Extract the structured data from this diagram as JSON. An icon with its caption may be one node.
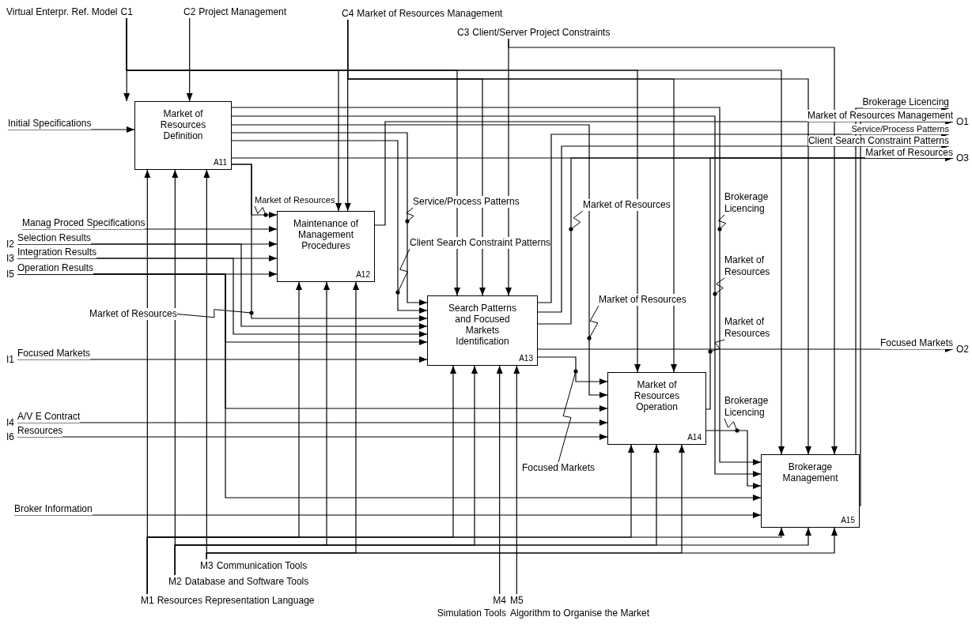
{
  "diagram": {
    "nodes": [
      {
        "text": [
          "Market of Resources Definition",
          "A11"
        ]
      },
      {
        "text": [
          "Maintenance of Management Procedures",
          "A12"
        ]
      },
      {
        "text": [
          "Search Patterns and Focused Markets Identification",
          "A13"
        ]
      },
      {
        "text": [
          "Market of Resources Operation",
          "A14"
        ]
      },
      {
        "text": [
          "Brokerage Management",
          "A15"
        ]
      },
      {
        "text": [
          "Virtual Enterpr. Ref. Model",
          "C1"
        ]
      },
      {
        "text": [
          "C2",
          "Project Management"
        ]
      },
      {
        "text": [
          "C4",
          "Market of Resources Management"
        ]
      },
      {
        "text": [
          "C3",
          "Client/Server Project Constraints"
        ]
      },
      {
        "text": [
          "Initial Specifications"
        ]
      },
      {
        "text": [
          "Manag Proced Specifications"
        ]
      },
      {
        "text": [
          "I2",
          "Selection Results"
        ]
      },
      {
        "text": [
          "I3",
          "Integration Results"
        ]
      },
      {
        "text": [
          "I5",
          "Operation Results"
        ]
      },
      {
        "text": [
          "I1",
          "Focused Markets"
        ]
      },
      {
        "text": [
          "I4",
          "A/V E Contract"
        ]
      },
      {
        "text": [
          "I6",
          "Resources"
        ]
      },
      {
        "text": [
          "Broker Information"
        ]
      },
      {
        "text": [
          "Brokerage Licencing"
        ]
      },
      {
        "text": [
          "Market of Resources Management",
          "O1"
        ]
      },
      {
        "text": [
          "Service/Process Patterns"
        ]
      },
      {
        "text": [
          "Client Search Constraint Patterns"
        ]
      },
      {
        "text": [
          "Market of Resources",
          "O3"
        ]
      },
      {
        "text": [
          "Focused Markets",
          "O2"
        ]
      },
      {
        "text": [
          "M1",
          "Resources Representation Language"
        ]
      },
      {
        "text": [
          "M2",
          "Database and Software Tools"
        ]
      },
      {
        "text": [
          "M3",
          "Communication Tools"
        ]
      },
      {
        "text": [
          "M4",
          "Simulation Tools"
        ]
      },
      {
        "text": [
          "M5",
          "Algorithm to Organise the Market"
        ]
      },
      {
        "text": [
          "Market of Resources"
        ]
      },
      {
        "text": [
          "Market of Resources"
        ]
      },
      {
        "text": [
          "Service/Process Patterns"
        ]
      },
      {
        "text": [
          "Client Search Constraint Patterns"
        ]
      },
      {
        "text": [
          "Market of Resources"
        ]
      },
      {
        "text": [
          "Market of Resources"
        ]
      },
      {
        "text": [
          "Focused Markets"
        ]
      },
      {
        "text": [
          "Brokerage Licencing"
        ]
      },
      {
        "text": [
          "Market of Resources"
        ]
      },
      {
        "text": [
          "Market of Resources"
        ]
      },
      {
        "text": [
          "Brokerage Licencing"
        ]
      }
    ],
    "edges": [
      {
        "from": 5,
        "to": 0,
        "arrow": "to"
      },
      {
        "from": 5,
        "to": 1,
        "arrow": "to"
      },
      {
        "from": 5,
        "to": 2,
        "arrow": "to"
      },
      {
        "from": 5,
        "to": 3,
        "arrow": "to"
      },
      {
        "from": 5,
        "to": 4,
        "arrow": "to"
      },
      {
        "from": 6,
        "to": 0,
        "arrow": "to"
      },
      {
        "from": 7,
        "to": 1,
        "arrow": "to"
      },
      {
        "from": 7,
        "to": 2,
        "arrow": "to"
      },
      {
        "from": 7,
        "to": 3,
        "arrow": "to"
      },
      {
        "from": 7,
        "to": 4,
        "arrow": "to"
      },
      {
        "from": 8,
        "to": 2,
        "arrow": "to"
      },
      {
        "from": 8,
        "to": 4,
        "arrow": "to"
      },
      {
        "from": 9,
        "to": 0,
        "arrow": "to"
      },
      {
        "from": 10,
        "to": 1,
        "arrow": "to"
      },
      {
        "from": 11,
        "to": 1,
        "arrow": "to"
      },
      {
        "from": 11,
        "to": 2,
        "arrow": "to"
      },
      {
        "from": 12,
        "to": 1,
        "arrow": "to"
      },
      {
        "from": 12,
        "to": 2,
        "arrow": "to"
      },
      {
        "from": 13,
        "to": 1,
        "arrow": "to"
      },
      {
        "from": 13,
        "to": 2,
        "arrow": "to"
      },
      {
        "from": 13,
        "to": 3,
        "arrow": "to"
      },
      {
        "from": 13,
        "to": 4,
        "arrow": "to"
      },
      {
        "from": 14,
        "to": 2,
        "arrow": "to"
      },
      {
        "from": 15,
        "to": 3,
        "arrow": "to"
      },
      {
        "from": 16,
        "to": 3,
        "arrow": "to"
      },
      {
        "from": 17,
        "to": 4,
        "arrow": "to"
      },
      {
        "from": 0,
        "to": 1,
        "arrow": "to"
      },
      {
        "from": 0,
        "to": 2,
        "arrow": "to"
      },
      {
        "from": 0,
        "to": 2,
        "arrow": "to"
      },
      {
        "from": 0,
        "to": 2,
        "arrow": "to"
      },
      {
        "from": 0,
        "to": 3,
        "arrow": "to"
      },
      {
        "from": 0,
        "to": 4,
        "arrow": "to"
      },
      {
        "from": 0,
        "to": 4,
        "arrow": "to"
      },
      {
        "from": 0,
        "to": 22,
        "arrow": "to"
      },
      {
        "from": 1,
        "to": 19,
        "arrow": "to"
      },
      {
        "from": 2,
        "to": 20,
        "arrow": "to"
      },
      {
        "from": 2,
        "to": 21,
        "arrow": "to"
      },
      {
        "from": 2,
        "to": 22,
        "arrow": "to"
      },
      {
        "from": 2,
        "to": 23,
        "arrow": "to"
      },
      {
        "from": 2,
        "to": 3,
        "arrow": "to"
      },
      {
        "from": 3,
        "to": 22,
        "arrow": "to"
      },
      {
        "from": 3,
        "to": 4,
        "arrow": "to"
      },
      {
        "from": 4,
        "to": 18,
        "arrow": "to"
      },
      {
        "from": 4,
        "to": 19,
        "arrow": "to"
      },
      {
        "from": 24,
        "to": 0,
        "arrow": "to"
      },
      {
        "from": 24,
        "to": 1,
        "arrow": "to"
      },
      {
        "from": 24,
        "to": 2,
        "arrow": "to"
      },
      {
        "from": 24,
        "to": 3,
        "arrow": "to"
      },
      {
        "from": 24,
        "to": 4,
        "arrow": "to"
      },
      {
        "from": 25,
        "to": 0,
        "arrow": "to"
      },
      {
        "from": 25,
        "to": 1,
        "arrow": "to"
      },
      {
        "from": 25,
        "to": 2,
        "arrow": "to"
      },
      {
        "from": 25,
        "to": 3,
        "arrow": "to"
      },
      {
        "from": 25,
        "to": 4,
        "arrow": "to"
      },
      {
        "from": 26,
        "to": 0,
        "arrow": "to"
      },
      {
        "from": 26,
        "to": 1,
        "arrow": "to"
      },
      {
        "from": 26,
        "to": 3,
        "arrow": "to"
      },
      {
        "from": 26,
        "to": 4,
        "arrow": "to"
      },
      {
        "from": 27,
        "to": 2,
        "arrow": "to"
      },
      {
        "from": 28,
        "to": 2,
        "arrow": "to"
      },
      {
        "from": 29,
        "to": null,
        "arrow": "other"
      },
      {
        "from": 30,
        "to": null,
        "arrow": "other"
      },
      {
        "from": 31,
        "to": null,
        "arrow": "other"
      },
      {
        "from": 32,
        "to": null,
        "arrow": "other"
      },
      {
        "from": 33,
        "to": null,
        "arrow": "other"
      },
      {
        "from": 34,
        "to": null,
        "arrow": "other"
      },
      {
        "from": 35,
        "to": null,
        "arrow": "other"
      },
      {
        "from": 36,
        "to": null,
        "arrow": "other"
      },
      {
        "from": 37,
        "to": null,
        "arrow": "other"
      },
      {
        "from": 38,
        "to": null,
        "arrow": "other"
      },
      {
        "from": 39,
        "to": null,
        "arrow": "other"
      }
    ]
  }
}
